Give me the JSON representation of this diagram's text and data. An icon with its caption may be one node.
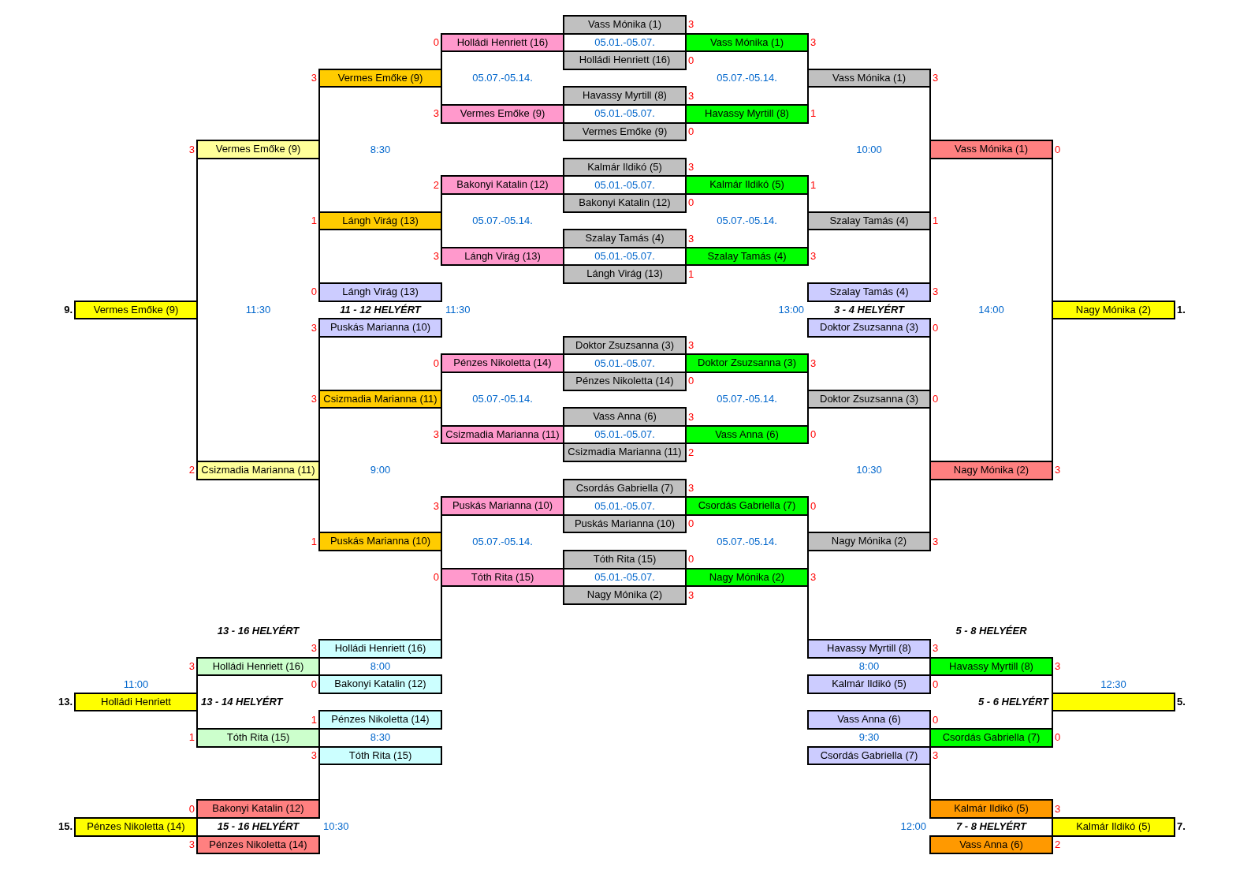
{
  "diagram": {
    "nodes": [
      {
        "text": [
          "Vass Mónika (1)"
        ],
        "beside": [
          "3"
        ]
      },
      {
        "text": [
          "Holládi Henriett (16)"
        ],
        "beside": [
          "0"
        ]
      },
      {
        "text": [
          "Vass Mónika (1)"
        ],
        "beside": [
          "3"
        ]
      },
      {
        "text": [
          "Holládi Henriett (16)"
        ],
        "beside": [
          "0"
        ]
      },
      {
        "text": [
          "Vermes Emőke (9)"
        ],
        "beside": [
          "3"
        ]
      },
      {
        "text": [
          "Vass Mónika (1)"
        ],
        "beside": [
          "3"
        ]
      },
      {
        "text": [
          "Havassy Myrtill (8)"
        ],
        "beside": [
          "3"
        ]
      },
      {
        "text": [
          "Vermes Emőke (9)"
        ],
        "beside": [
          "3"
        ]
      },
      {
        "text": [
          "Havassy Myrtill (8)"
        ],
        "beside": [
          "1"
        ]
      },
      {
        "text": [
          "Vermes Emőke (9)"
        ],
        "beside": [
          "0"
        ]
      },
      {
        "text": [
          "Vermes Emőke (9)"
        ],
        "beside": [
          "3"
        ]
      },
      {
        "text": [
          "Vass Mónika (1)"
        ],
        "beside": [
          "0"
        ]
      },
      {
        "text": [
          "Kalmár Ildikó (5)"
        ],
        "beside": [
          "3"
        ]
      },
      {
        "text": [
          "Bakonyi Katalin (12)"
        ],
        "beside": [
          "2"
        ]
      },
      {
        "text": [
          "Kalmár Ildikó (5)"
        ],
        "beside": [
          "1"
        ]
      },
      {
        "text": [
          "Bakonyi Katalin (12)"
        ],
        "beside": [
          "0"
        ]
      },
      {
        "text": [
          "Lángh Virág (13)"
        ],
        "beside": [
          "1"
        ]
      },
      {
        "text": [
          "Szalay Tamás (4)"
        ],
        "beside": [
          "1"
        ]
      },
      {
        "text": [
          "Szalay Tamás (4)"
        ],
        "beside": [
          "3"
        ]
      },
      {
        "text": [
          "Lángh Virág (13)"
        ],
        "beside": [
          "3"
        ]
      },
      {
        "text": [
          "Szalay Tamás (4)"
        ],
        "beside": [
          "3"
        ]
      },
      {
        "text": [
          "Lángh Virág (13)"
        ],
        "beside": [
          "1"
        ]
      },
      {
        "text": [
          "Lángh Virág (13)"
        ],
        "beside": [
          "0"
        ]
      },
      {
        "text": [
          "Szalay Tamás (4)"
        ],
        "beside": [
          "3"
        ]
      },
      {
        "text": [
          "Vermes Emőke (9)"
        ],
        "beside": [
          "9."
        ]
      },
      {
        "text": [
          "Nagy Mónika (2)"
        ],
        "beside": [
          "1."
        ]
      },
      {
        "text": [
          "Puskás Marianna (10)"
        ],
        "beside": [
          "3"
        ]
      },
      {
        "text": [
          "Doktor Zsuzsanna (3)"
        ],
        "beside": [
          "0"
        ]
      },
      {
        "text": [
          "Doktor Zsuzsanna (3)"
        ],
        "beside": [
          "3"
        ]
      },
      {
        "text": [
          "Pénzes Nikoletta (14)"
        ],
        "beside": [
          "0"
        ]
      },
      {
        "text": [
          "Doktor Zsuzsanna (3)"
        ],
        "beside": [
          "3"
        ]
      },
      {
        "text": [
          "Pénzes Nikoletta (14)"
        ],
        "beside": [
          "0"
        ]
      },
      {
        "text": [
          "Csizmadia Marianna (11)"
        ],
        "beside": [
          "3"
        ]
      },
      {
        "text": [
          "Doktor Zsuzsanna (3)"
        ],
        "beside": [
          "0"
        ]
      },
      {
        "text": [
          "Vass Anna (6)"
        ],
        "beside": [
          "3"
        ]
      },
      {
        "text": [
          "Csizmadia Marianna (11)"
        ],
        "beside": [
          "3"
        ]
      },
      {
        "text": [
          "Vass Anna (6)"
        ],
        "beside": [
          "0"
        ]
      },
      {
        "text": [
          "Csizmadia Marianna (11)"
        ],
        "beside": [
          "2"
        ]
      },
      {
        "text": [
          "Csizmadia Marianna (11)"
        ],
        "beside": [
          "2"
        ]
      },
      {
        "text": [
          "Nagy Mónika (2)"
        ],
        "beside": [
          "3"
        ]
      },
      {
        "text": [
          "Csordás Gabriella (7)"
        ],
        "beside": [
          "3"
        ]
      },
      {
        "text": [
          "Puskás Marianna (10)"
        ],
        "beside": [
          "3"
        ]
      },
      {
        "text": [
          "Csordás Gabriella (7)"
        ],
        "beside": [
          "0"
        ]
      },
      {
        "text": [
          "Puskás Marianna (10)"
        ],
        "beside": [
          "0"
        ]
      },
      {
        "text": [
          "Puskás Marianna (10)"
        ],
        "beside": [
          "1"
        ]
      },
      {
        "text": [
          "Nagy Mónika (2)"
        ],
        "beside": [
          "3"
        ]
      },
      {
        "text": [
          "Tóth Rita (15)"
        ],
        "beside": [
          "0"
        ]
      },
      {
        "text": [
          "Tóth Rita (15)"
        ],
        "beside": [
          "0"
        ]
      },
      {
        "text": [
          "Nagy Mónika (2)"
        ],
        "beside": [
          "3"
        ]
      },
      {
        "text": [
          "Nagy Mónika (2)"
        ],
        "beside": [
          "3"
        ]
      },
      {
        "text": [
          "Holládi Henriett (16)"
        ],
        "beside": [
          "3"
        ]
      },
      {
        "text": [
          "Havassy Myrtill (8)"
        ],
        "beside": [
          "3"
        ]
      },
      {
        "text": [
          "Holládi Henriett (16)"
        ],
        "beside": [
          "3"
        ]
      },
      {
        "text": [
          "Havassy Myrtill (8)"
        ],
        "beside": [
          "3"
        ]
      },
      {
        "text": [
          "Bakonyi Katalin (12)"
        ],
        "beside": [
          "0"
        ]
      },
      {
        "text": [
          "Kalmár Ildikó (5)"
        ],
        "beside": [
          "0"
        ]
      },
      {
        "text": [
          "Holládi Henriett"
        ],
        "beside": [
          "13."
        ]
      },
      {
        "text": [],
        "shape": "box",
        "beside": [
          "5."
        ]
      },
      {
        "text": [
          "Pénzes Nikoletta (14)"
        ],
        "beside": [
          "1"
        ]
      },
      {
        "text": [
          "Vass Anna (6)"
        ],
        "beside": [
          "0"
        ]
      },
      {
        "text": [
          "Tóth Rita (15)"
        ],
        "beside": [
          "1"
        ]
      },
      {
        "text": [
          "Csordás Gabriella (7)"
        ],
        "beside": [
          "0"
        ]
      },
      {
        "text": [
          "Tóth Rita (15)"
        ],
        "beside": [
          "3"
        ]
      },
      {
        "text": [
          "Csordás Gabriella (7)"
        ],
        "beside": [
          "3"
        ]
      },
      {
        "text": [
          "Bakonyi Katalin (12)"
        ],
        "beside": [
          "0"
        ]
      },
      {
        "text": [
          "Kalmár Ildikó (5)"
        ],
        "beside": [
          "3"
        ]
      },
      {
        "text": [
          "Pénzes Nikoletta (14)"
        ],
        "beside": [
          "15."
        ]
      },
      {
        "text": [
          "Kalmár Ildikó (5)"
        ],
        "beside": [
          "7."
        ]
      },
      {
        "text": [
          "Pénzes Nikoletta (14)"
        ],
        "beside": [
          "3"
        ]
      },
      {
        "text": [
          "Vass Anna (6)"
        ],
        "beside": [
          "2"
        ]
      }
    ],
    "edges": [
      {
        "from": 1,
        "to": 4,
        "arrow": "none"
      },
      {
        "from": 7,
        "to": 4,
        "arrow": "none"
      },
      {
        "from": 13,
        "to": 16,
        "arrow": "none"
      },
      {
        "from": 19,
        "to": 16,
        "arrow": "none"
      },
      {
        "from": 29,
        "to": 32,
        "arrow": "none"
      },
      {
        "from": 35,
        "to": 32,
        "arrow": "none"
      },
      {
        "from": 41,
        "to": 44,
        "arrow": "none"
      },
      {
        "from": 47,
        "to": 44,
        "arrow": "none"
      },
      {
        "from": 47,
        "to": 50,
        "arrow": "none"
      },
      {
        "from": 2,
        "to": 5,
        "arrow": "none"
      },
      {
        "from": 8,
        "to": 5,
        "arrow": "none"
      },
      {
        "from": 14,
        "to": 17,
        "arrow": "none"
      },
      {
        "from": 20,
        "to": 17,
        "arrow": "none"
      },
      {
        "from": 30,
        "to": 33,
        "arrow": "none"
      },
      {
        "from": 36,
        "to": 33,
        "arrow": "none"
      },
      {
        "from": 42,
        "to": 45,
        "arrow": "none"
      },
      {
        "from": 48,
        "to": 45,
        "arrow": "none"
      },
      {
        "from": 48,
        "to": 51,
        "arrow": "none"
      },
      {
        "from": 4,
        "to": 10,
        "arrow": "none"
      },
      {
        "from": 16,
        "to": 10,
        "arrow": "none"
      },
      {
        "from": 16,
        "to": 22,
        "arrow": "none"
      },
      {
        "from": 32,
        "to": 26,
        "arrow": "none"
      },
      {
        "from": 32,
        "to": 38,
        "arrow": "none"
      },
      {
        "from": 44,
        "to": 38,
        "arrow": "none"
      },
      {
        "from": 62,
        "to": 64,
        "arrow": "none"
      },
      {
        "from": 5,
        "to": 11,
        "arrow": "none"
      },
      {
        "from": 17,
        "to": 11,
        "arrow": "none"
      },
      {
        "from": 17,
        "to": 23,
        "arrow": "none"
      },
      {
        "from": 33,
        "to": 27,
        "arrow": "none"
      },
      {
        "from": 33,
        "to": 39,
        "arrow": "none"
      },
      {
        "from": 45,
        "to": 39,
        "arrow": "none"
      },
      {
        "from": 63,
        "to": 65,
        "arrow": "none"
      },
      {
        "from": 10,
        "to": 24,
        "arrow": "none"
      },
      {
        "from": 38,
        "to": 24,
        "arrow": "none"
      },
      {
        "from": 52,
        "to": 56,
        "arrow": "none"
      },
      {
        "from": 60,
        "to": 56,
        "arrow": "none"
      },
      {
        "from": 11,
        "to": 25,
        "arrow": "none"
      },
      {
        "from": 39,
        "to": 25,
        "arrow": "none"
      },
      {
        "from": 53,
        "to": 57,
        "arrow": "none"
      },
      {
        "from": 61,
        "to": 57,
        "arrow": "none"
      }
    ],
    "labels": [
      "05.01.-05.07.",
      "05.07.-05.14.",
      "05.07.-05.14.",
      "05.01.-05.07.",
      "8:30",
      "10:00",
      "05.01.-05.07.",
      "05.07.-05.14.",
      "05.07.-05.14.",
      "05.01.-05.07.",
      "11:30",
      "11 - 12 HELYÉRT",
      "11:30",
      "13:00",
      "3 - 4 HELYÉRT",
      "14:00",
      "05.01.-05.07.",
      "05.07.-05.14.",
      "05.07.-05.14.",
      "05.01.-05.07.",
      "9:00",
      "10:30",
      "05.01.-05.07.",
      "05.07.-05.14.",
      "05.07.-05.14.",
      "05.01.-05.07.",
      "13 - 16 HELYÉRT",
      "5 - 8 HELYÉER",
      "8:00",
      "8:00",
      "11:00",
      "12:30",
      "13 - 14 HELYÉRT",
      "5 - 6 HELYÉRT",
      "8:30",
      "9:30",
      "15 - 16 HELYÉRT",
      "10:30",
      "12:00",
      "7 - 8 HELYÉRT"
    ]
  }
}
